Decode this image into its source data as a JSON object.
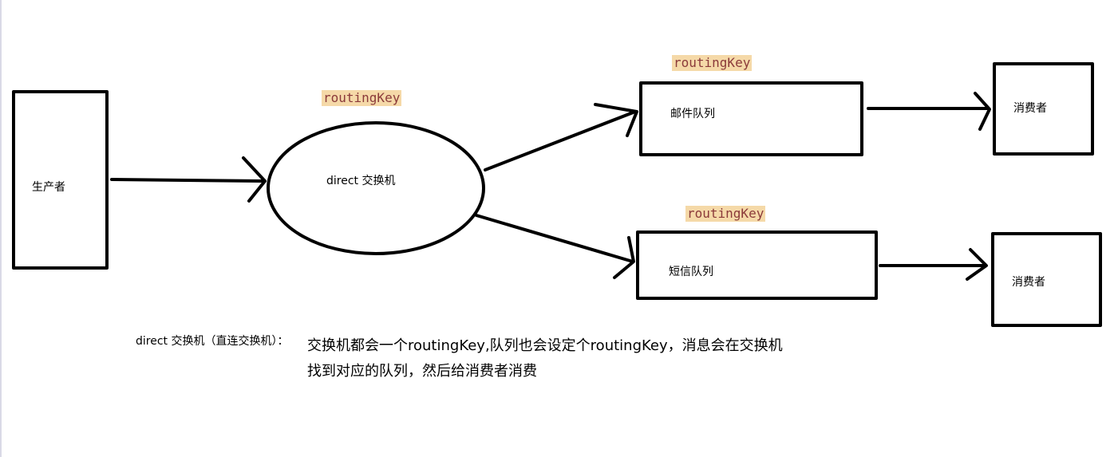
{
  "nodes": {
    "producer": "生产者",
    "exchange": "direct 交换机",
    "queue_mail": "邮件队列",
    "queue_sms": "短信队列",
    "consumer_top": "消费者",
    "consumer_bottom": "消费者"
  },
  "routing_keys": {
    "exchange": "routingKey",
    "queue_mail": "routingKey",
    "queue_sms": "routingKey"
  },
  "caption": "direct 交换机（直连交换机）：",
  "description": "交换机都会一个routingKey,队列也会设定个routingKey，消息会在交换机找到对应的队列，然后给消费者消费",
  "colors": {
    "highlight": "#f5d9a8",
    "key_text": "#8b3a3a",
    "stroke": "#000000"
  }
}
